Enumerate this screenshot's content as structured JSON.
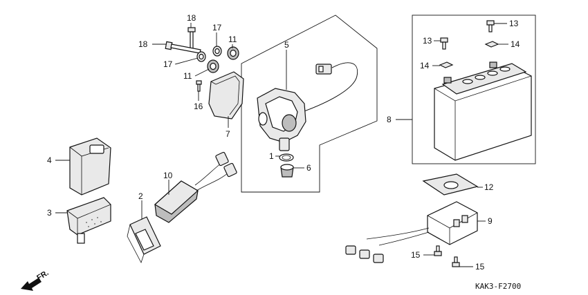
{
  "diagram": {
    "drawing_code": "KAK3-F2700",
    "direction_label": "FR.",
    "callouts": [
      {
        "id": "c1",
        "text": "1"
      },
      {
        "id": "c2",
        "text": "2"
      },
      {
        "id": "c3",
        "text": "3"
      },
      {
        "id": "c4",
        "text": "4"
      },
      {
        "id": "c5",
        "text": "5"
      },
      {
        "id": "c6",
        "text": "6"
      },
      {
        "id": "c7",
        "text": "7"
      },
      {
        "id": "c8",
        "text": "8"
      },
      {
        "id": "c9",
        "text": "9"
      },
      {
        "id": "c10",
        "text": "10"
      },
      {
        "id": "c11a",
        "text": "11"
      },
      {
        "id": "c11b",
        "text": "11"
      },
      {
        "id": "c12",
        "text": "12"
      },
      {
        "id": "c13a",
        "text": "13"
      },
      {
        "id": "c13b",
        "text": "13"
      },
      {
        "id": "c14a",
        "text": "14"
      },
      {
        "id": "c14b",
        "text": "14"
      },
      {
        "id": "c15a",
        "text": "15"
      },
      {
        "id": "c15b",
        "text": "15"
      },
      {
        "id": "c16",
        "text": "16"
      },
      {
        "id": "c17a",
        "text": "17"
      },
      {
        "id": "c17b",
        "text": "17"
      },
      {
        "id": "c18a",
        "text": "18"
      },
      {
        "id": "c18b",
        "text": "18"
      }
    ]
  }
}
